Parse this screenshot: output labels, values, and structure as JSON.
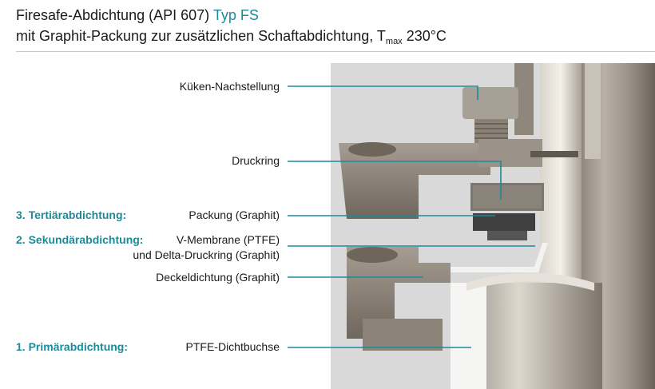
{
  "title": {
    "line1_main": "Firesafe-Abdichtung (API 607)",
    "line1_accent": "Typ FS",
    "line2_main": "mit Graphit-Packung zur zusätzlichen Schaftabdichtung, T",
    "line2_sub": "max",
    "line2_value": " 230°C"
  },
  "labels": {
    "kueken": "Küken-Nachstellung",
    "druckring": "Druckring",
    "packung": "Packung (Graphit)",
    "vmembrane_1": "V-Membrane (PTFE)",
    "vmembrane_2": "und Delta-Druckring (Graphit)",
    "deckel": "Deckeldichtung (Graphit)",
    "ptfe": "PTFE-Dichtbuchse"
  },
  "categories": {
    "tertiary": "3. Tertiärabdichtung:",
    "secondary": "2. Sekundärabdichtung:",
    "primary": "1. Primärabdichtung:"
  },
  "colors": {
    "accent": "#1d8a9a",
    "leader": "#1d8a9a"
  }
}
